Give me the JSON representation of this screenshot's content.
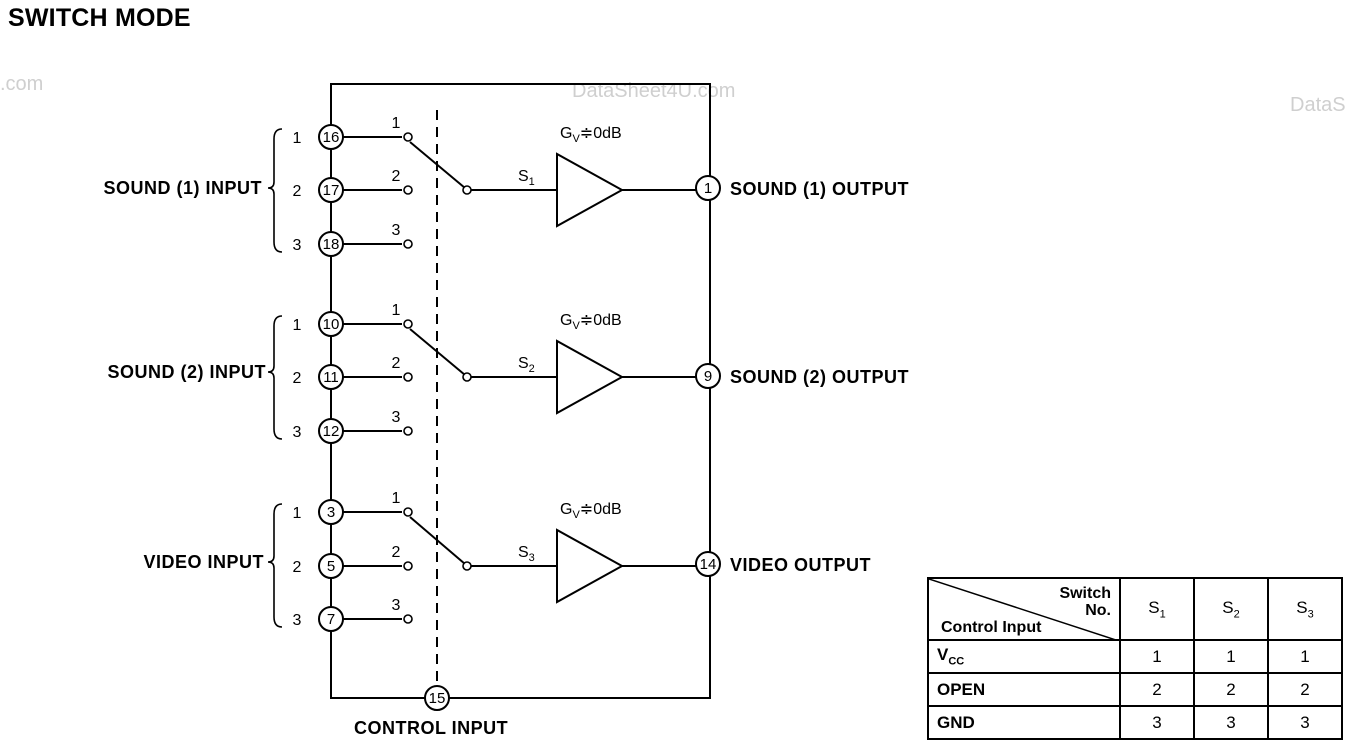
{
  "title": "SWITCH MODE",
  "watermarks": [
    ".com",
    "DataSheet4U.com",
    "DataS"
  ],
  "inputs": [
    {
      "label": "SOUND (1) INPUT",
      "positions": [
        "1",
        "2",
        "3"
      ],
      "pins": [
        "16",
        "17",
        "18"
      ]
    },
    {
      "label": "SOUND (2) INPUT",
      "positions": [
        "1",
        "2",
        "3"
      ],
      "pins": [
        "10",
        "11",
        "12"
      ]
    },
    {
      "label": "VIDEO INPUT",
      "positions": [
        "1",
        "2",
        "3"
      ],
      "pins": [
        "3",
        "5",
        "7"
      ]
    }
  ],
  "switches": [
    {
      "name": "S",
      "sub": "1",
      "contacts": [
        "1",
        "2",
        "3"
      ],
      "gain": "G",
      "gain_sub": "V",
      "gain_value": "≑0dB"
    },
    {
      "name": "S",
      "sub": "2",
      "contacts": [
        "1",
        "2",
        "3"
      ],
      "gain": "G",
      "gain_sub": "V",
      "gain_value": "≑0dB"
    },
    {
      "name": "S",
      "sub": "3",
      "contacts": [
        "1",
        "2",
        "3"
      ],
      "gain": "G",
      "gain_sub": "V",
      "gain_value": "≑0dB"
    }
  ],
  "outputs": [
    {
      "label": "SOUND (1) OUTPUT",
      "pin": "1"
    },
    {
      "label": "SOUND (2) OUTPUT",
      "pin": "9"
    },
    {
      "label": "VIDEO OUTPUT",
      "pin": "14"
    }
  ],
  "control": {
    "label": "CONTROL INPUT",
    "pin": "15"
  },
  "table": {
    "header_top": [
      "Switch",
      "No."
    ],
    "header_bottom": "Control Input",
    "columns": [
      {
        "name": "S",
        "sub": "1"
      },
      {
        "name": "S",
        "sub": "2"
      },
      {
        "name": "S",
        "sub": "3"
      }
    ],
    "rows": [
      {
        "label": "V",
        "label_sub": "CC",
        "values": [
          "1",
          "1",
          "1"
        ]
      },
      {
        "label": "OPEN",
        "label_sub": "",
        "values": [
          "2",
          "2",
          "2"
        ]
      },
      {
        "label": "GND",
        "label_sub": "",
        "values": [
          "3",
          "3",
          "3"
        ]
      }
    ]
  }
}
